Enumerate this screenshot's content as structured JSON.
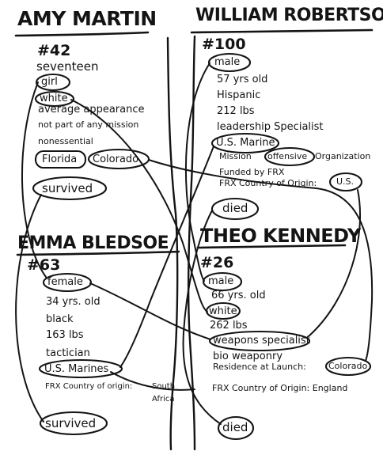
{
  "amy": {
    "name": "AMY MARTIN",
    "number": "#42",
    "age": "seventeen",
    "gender": "girl",
    "race": "white",
    "trait": "average appearance",
    "mission": "not part of any mission",
    "role": "nonessential",
    "state1": "Florida",
    "state2": "Colorado",
    "status": "survived"
  },
  "william": {
    "name": "WILLIAM ROBERTSON",
    "number": "#100",
    "gender": "male",
    "age": "57 yrs old",
    "ethnicity": "Hispanic",
    "weight": "212 lbs",
    "role": "leadership Specialist",
    "branch": "U.S. Marine",
    "mission_prefix": "Mission",
    "mission_word": "offensive",
    "mission_suffix": "Organization",
    "funded": "Funded by FRX",
    "origin_label": "FRX Country of Origin:",
    "origin_value": "U.S.",
    "status": "died"
  },
  "emma": {
    "name": "EMMA BLEDSOE",
    "number": "#63",
    "gender": "female",
    "age": "34 yrs. old",
    "race": "black",
    "weight": "163 lbs",
    "role": "tactician",
    "branch": "U.S. Marines",
    "origin_label": "FRX Country of origin:",
    "origin_value_1": "South",
    "origin_value_2": "Africa",
    "status": "survived"
  },
  "theo": {
    "name": "THEO KENNEDY",
    "number": "#26",
    "gender": "male",
    "age": "66 yrs. old",
    "race": "white",
    "weight": "262 lbs",
    "role": "weapons specialist",
    "specialty": "bio weaponry",
    "residence_label": "Residence at Launch:",
    "residence_value": "Colorado",
    "origin": "FRX Country of Origin: England",
    "status": "died"
  },
  "colors": {
    "ink": "#141414",
    "paper": "#ffffff"
  }
}
